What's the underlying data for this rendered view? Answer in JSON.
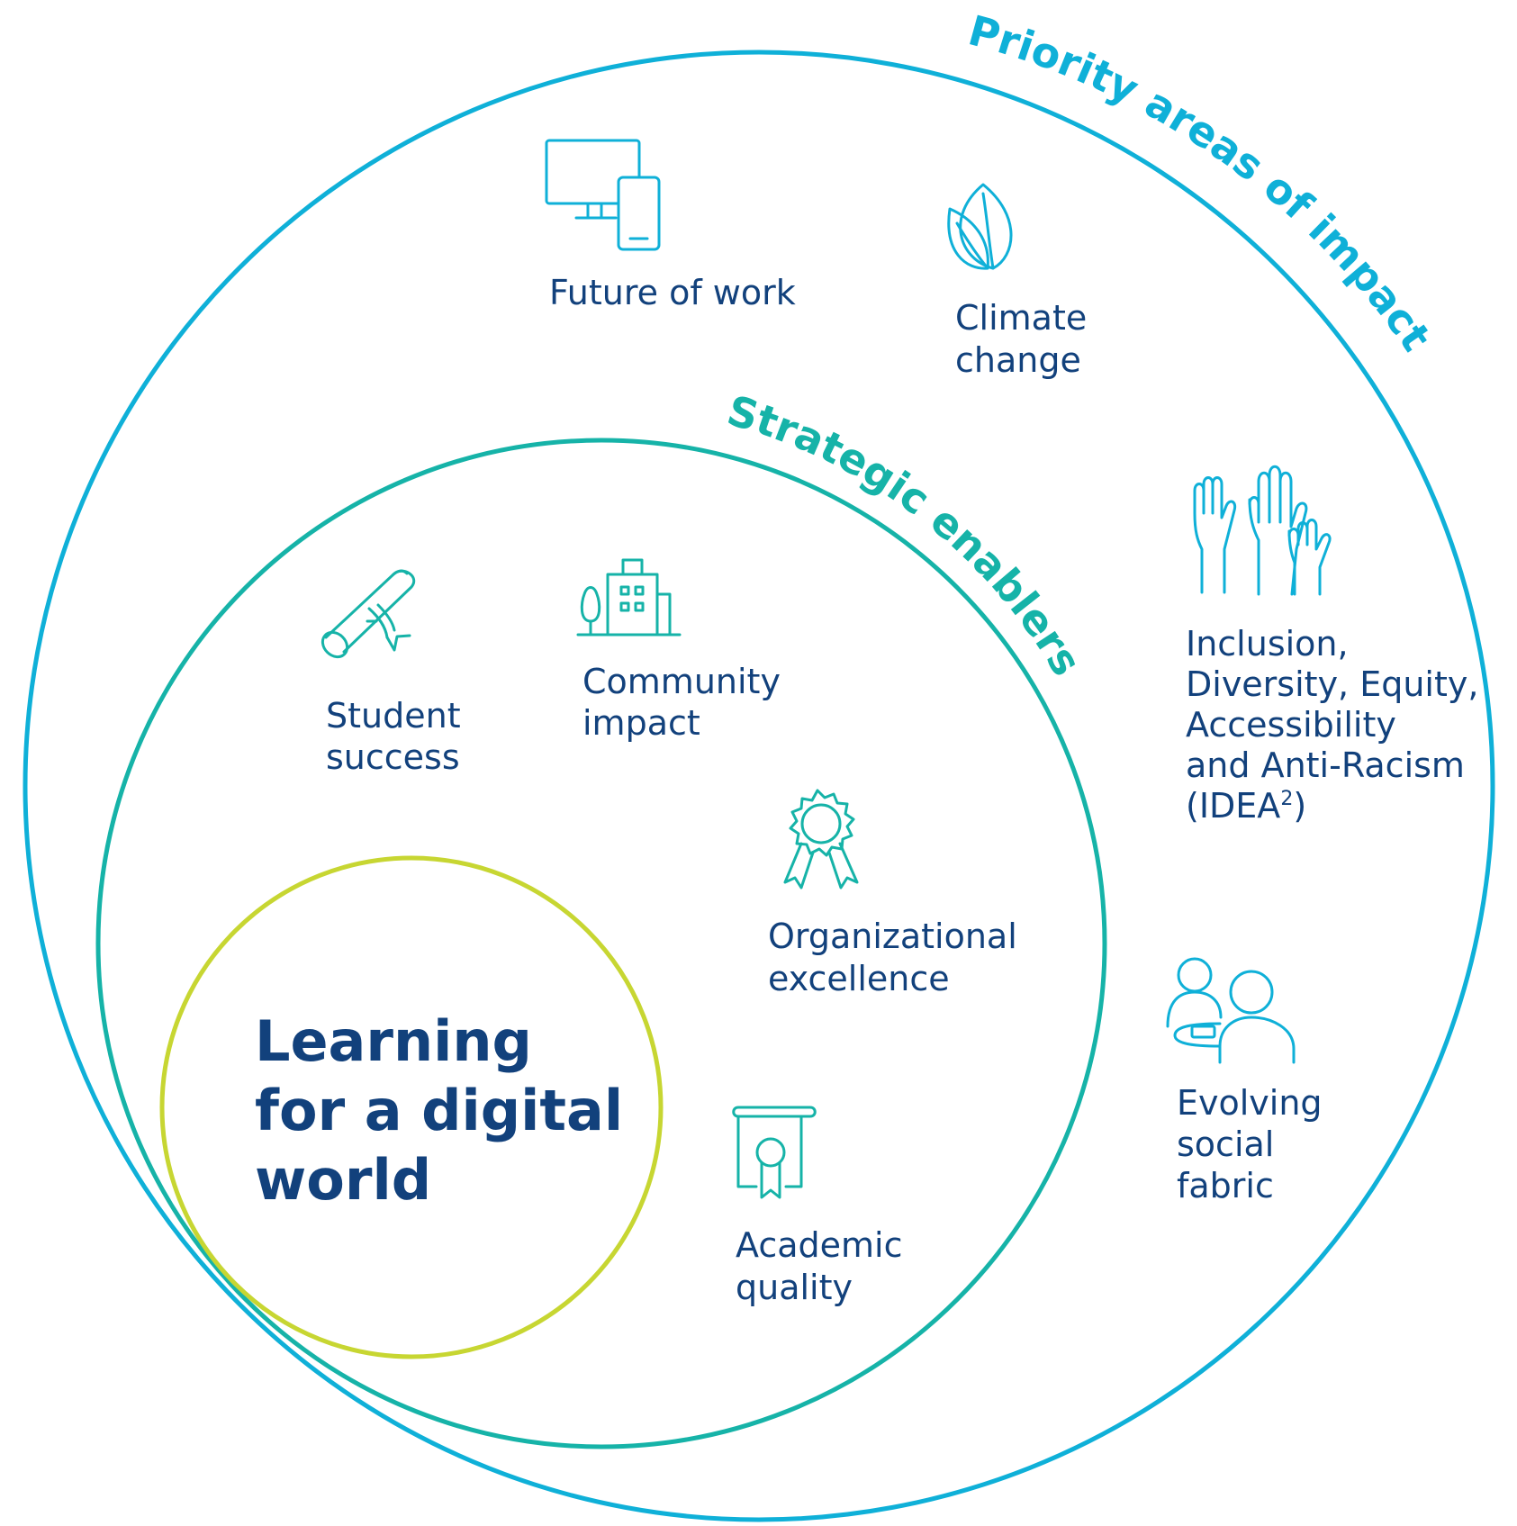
{
  "colors": {
    "outer_ring": "#0fb0d8",
    "inner_ring": "#16b3a8",
    "core_ring": "#c7d632",
    "text": "#12417c"
  },
  "outer": {
    "title": "Priority areas of impact",
    "items": {
      "future_of_work": {
        "icon": "monitor-phone-icon",
        "lines": [
          "Future of work"
        ]
      },
      "climate_change": {
        "icon": "leaves-icon",
        "lines": [
          "Climate",
          "change"
        ]
      },
      "idea": {
        "icon": "raised-hands-icon",
        "lines": [
          "Inclusion,",
          "Diversity, Equity,",
          "Accessibility",
          "and Anti-Racism",
          "(IDEA"
        ],
        "superscript": "2",
        "closing": ")"
      },
      "social_fabric": {
        "icon": "people-table-icon",
        "lines": [
          "Evolving",
          "social",
          "fabric"
        ]
      }
    }
  },
  "inner": {
    "title": "Strategic enablers",
    "items": {
      "student_success": {
        "icon": "diploma-scroll-icon",
        "lines": [
          "Student",
          "success"
        ]
      },
      "community_impact": {
        "icon": "building-tree-icon",
        "lines": [
          "Community",
          "impact"
        ]
      },
      "org_excellence": {
        "icon": "award-rosette-icon",
        "lines": [
          "Organizational",
          "excellence"
        ]
      },
      "academic_quality": {
        "icon": "certificate-icon",
        "lines": [
          "Academic",
          "quality"
        ]
      }
    }
  },
  "core": {
    "lines": [
      "Learning",
      "for a digital",
      "world"
    ]
  }
}
